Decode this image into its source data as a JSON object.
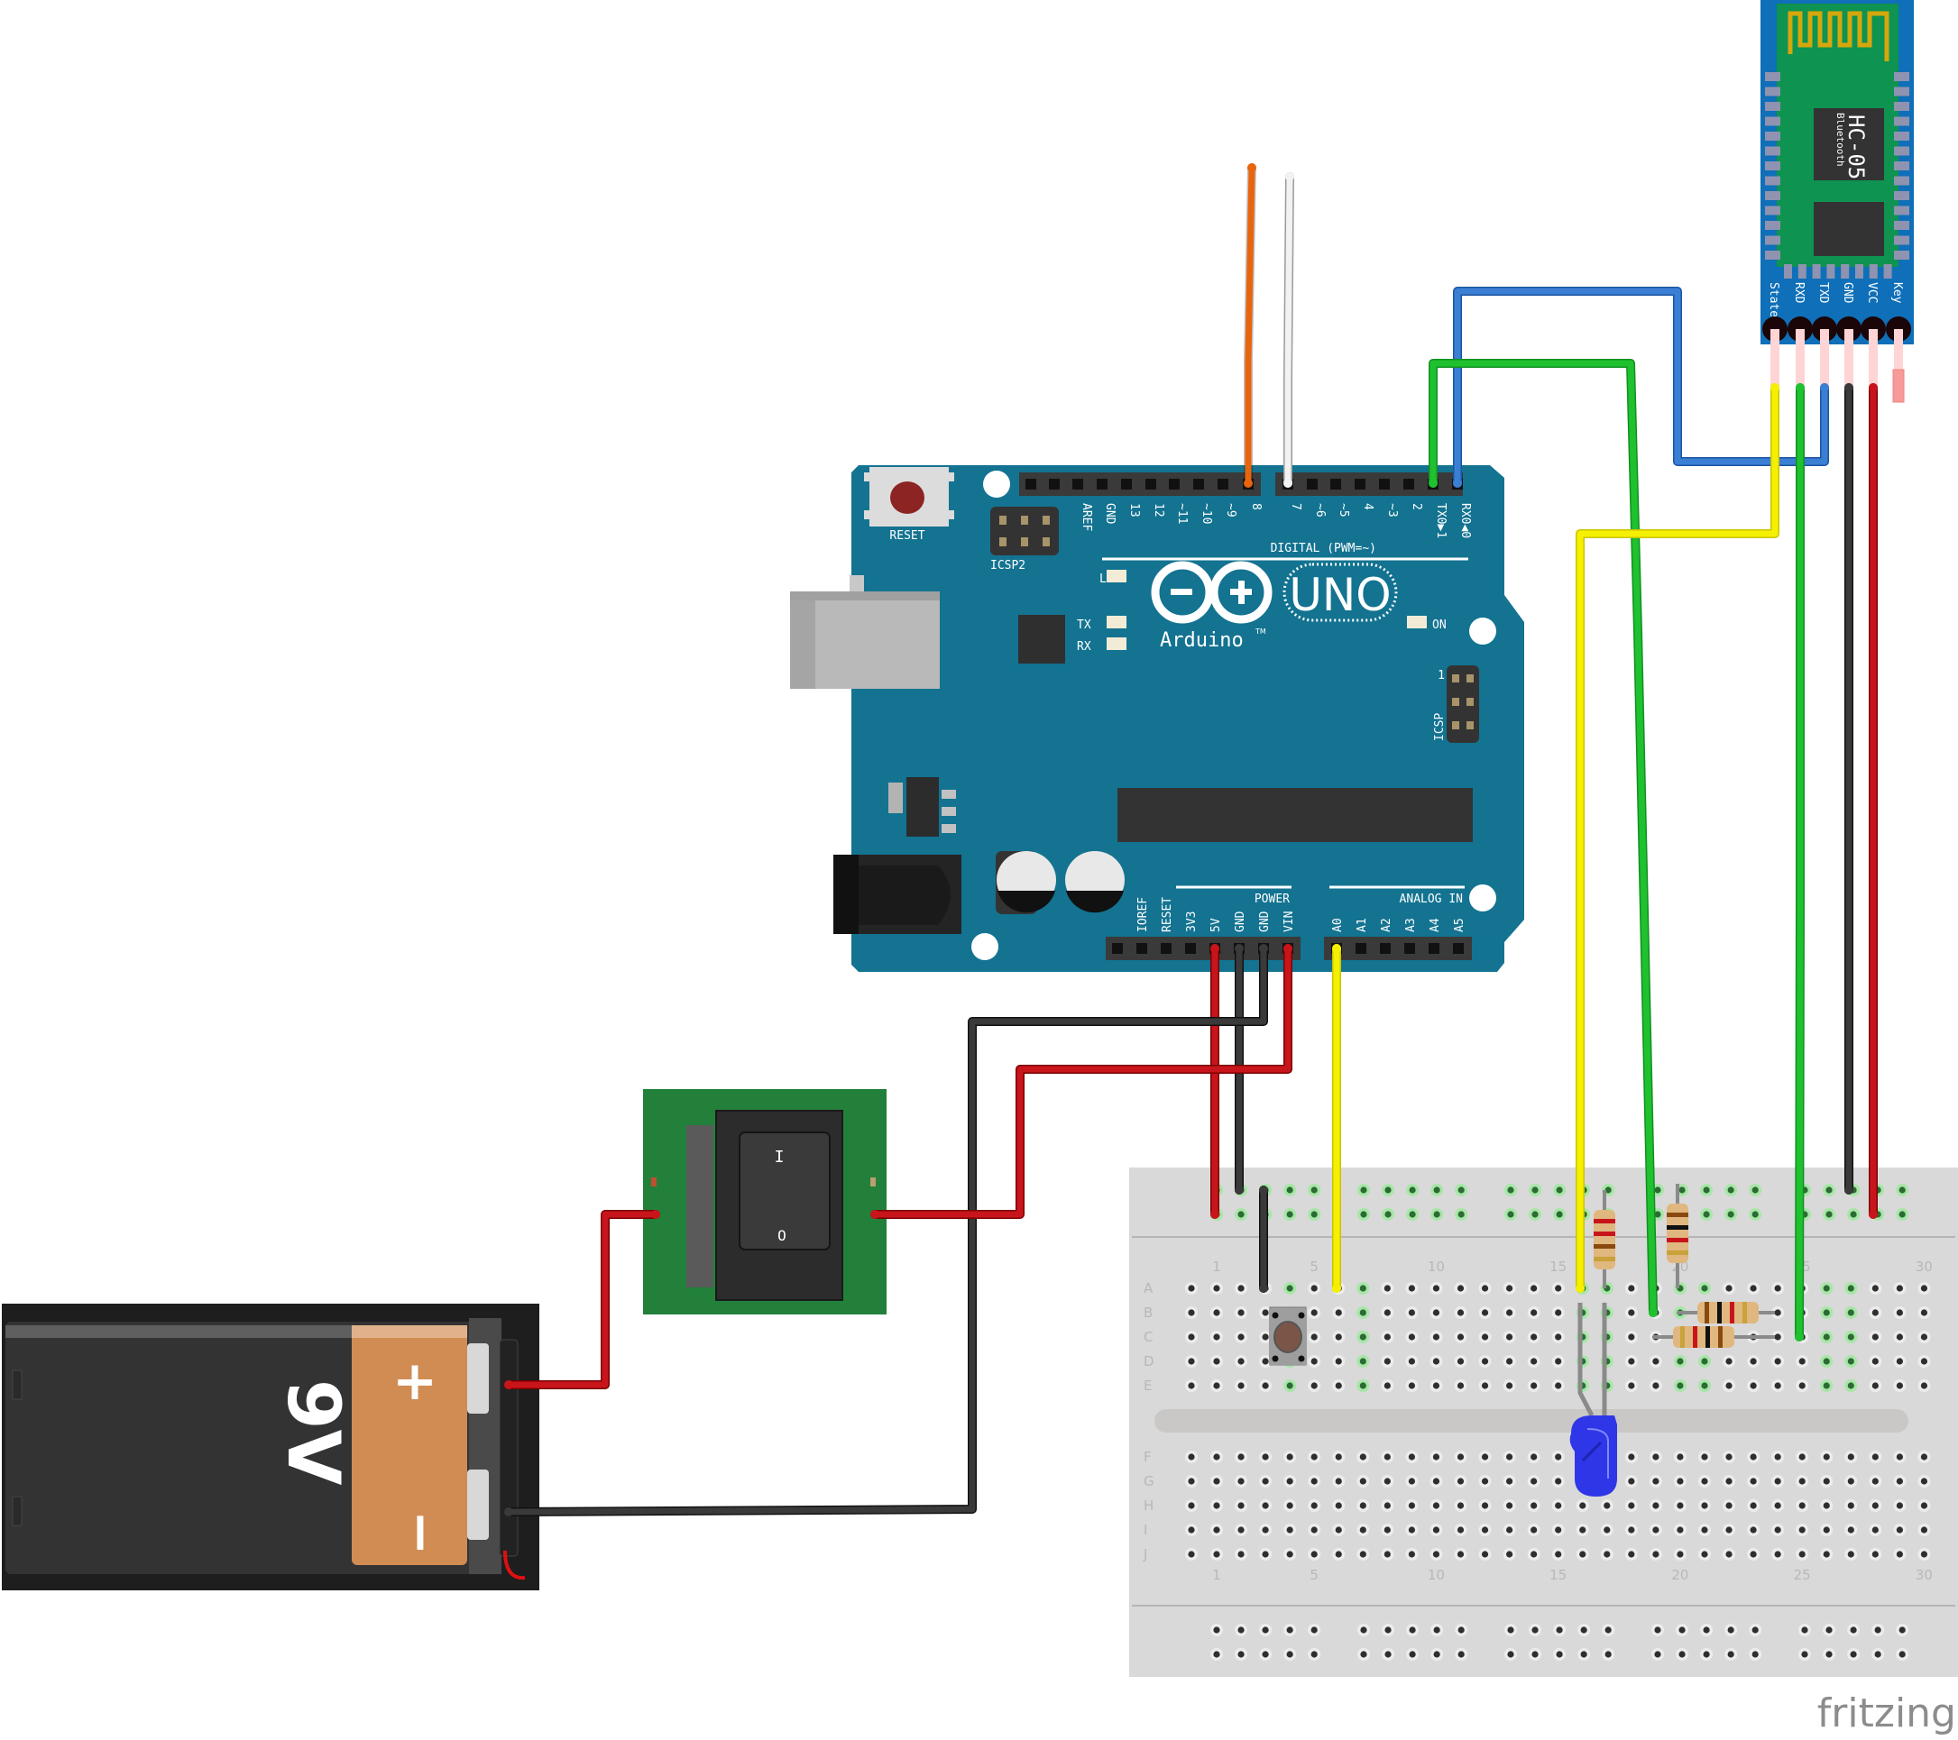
{
  "app": {
    "logo": "fritzing"
  },
  "arduino": {
    "reset_label": "RESET",
    "icsp2_label": "ICSP2",
    "icsp_label": "ICSP",
    "icsp_pin1": "1",
    "digital_header_label": "DIGITAL (PWM=~)",
    "digital_pins_left": [
      "AREF",
      "GND",
      "13",
      "12",
      "~11",
      "~10",
      "~9",
      "8"
    ],
    "digital_pins_right": [
      "7",
      "~6",
      "~5",
      "4",
      "~3",
      "2",
      "TX0▶1",
      "RX0◀0"
    ],
    "led_labels": {
      "l": "L",
      "tx": "TX",
      "rx": "RX",
      "on": "ON"
    },
    "logo_text": "Arduino",
    "logo_tm": "TM",
    "model": "UNO",
    "power_header_label": "POWER",
    "power_pins": [
      "IOREF",
      "RESET",
      "3V3",
      "5V",
      "GND",
      "GND",
      "VIN"
    ],
    "analog_header_label": "ANALOG IN",
    "analog_pins": [
      "A0",
      "A1",
      "A2",
      "A3",
      "A4",
      "A5"
    ]
  },
  "bluetooth": {
    "name": "HC-05",
    "subtitle": "Bluetooth",
    "pins": [
      "State",
      "RXD",
      "TXD",
      "GND",
      "VCC",
      "Key"
    ]
  },
  "battery": {
    "voltage": "9V",
    "plus": "+",
    "minus": "−"
  },
  "switch": {
    "on_mark": "I",
    "off_mark": "O"
  },
  "breadboard": {
    "row_letters_top": [
      "A",
      "B",
      "C",
      "D",
      "E"
    ],
    "row_letters_bottom": [
      "F",
      "G",
      "H",
      "I",
      "J"
    ],
    "column_numbers": [
      "1",
      "5",
      "10",
      "15",
      "20",
      "25",
      "30"
    ],
    "columns": 30
  },
  "components": {
    "resistors": [
      {
        "id": "R1",
        "bands": [
          "#c8151b",
          "#c8151b",
          "#8a4a0f",
          "#c9a23a"
        ]
      },
      {
        "id": "R2",
        "bands": [
          "#8a4a0f",
          "#111111",
          "#c8151b",
          "#c9a23a"
        ]
      },
      {
        "id": "R3",
        "bands": [
          "#c9a23a",
          "#c8151b",
          "#111111",
          "#8a4a0f"
        ]
      },
      {
        "id": "R4",
        "bands": [
          "#c9a23a",
          "#c8151b",
          "#111111",
          "#8a4a0f"
        ]
      }
    ],
    "led_color": "#2f36e8",
    "button_cap_color": "#7a5548"
  },
  "wires": {
    "red": "#c8151b",
    "black": "#3a3a3a",
    "yellow": "#f5f000",
    "green": "#1fc12f",
    "blue": "#3b7fd4",
    "orange": "#e8650e",
    "white": "#f2f2f2"
  },
  "colors": {
    "arduino_board": "#137391",
    "hc05_board": "#0f6fb8",
    "hc05_pcb": "#0e9350",
    "switch_pcb": "#23803a",
    "battery_copper": "#d08c52",
    "breadboard": "#d9d9d9"
  }
}
